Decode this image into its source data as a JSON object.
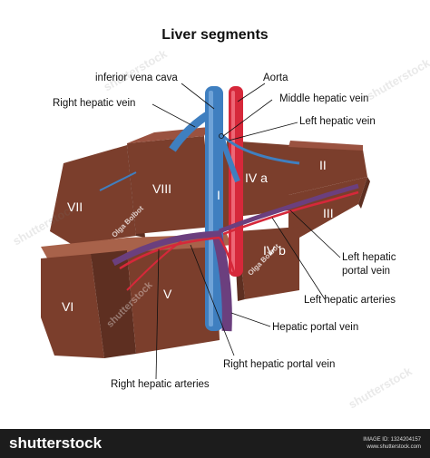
{
  "title": "Liver segments",
  "labels": {
    "ivc": "inferior vena cava",
    "aorta": "Aorta",
    "rhv": "Right hepatic vein",
    "mhv": "Middle hepatic vein",
    "lhv": "Left hepatic vein",
    "lhpv_1": "Left hepatic",
    "lhpv_2": "portal vein",
    "lha": "Left hepatic arteries",
    "hpv": "Hepatic portal vein",
    "rhpv": "Right hepatic portal vein",
    "rha": "Right hepatic arteries"
  },
  "segments": {
    "ii": "II",
    "iii": "III",
    "iva": "IV a",
    "ivb": "IV b",
    "i": "I",
    "v": "V",
    "vi": "VI",
    "vii": "VII",
    "viii": "VIII"
  },
  "stamp": "Olga Bolbot",
  "watermark": "shutterstock",
  "footer": {
    "brand": "shutterstock",
    "image_id": "IMAGE ID: 1324204157",
    "site": "www.shutterstock.com"
  },
  "colors": {
    "liver": "#7b3e2c",
    "liver_light": "#a8624a",
    "vein_blue": "#3f7fc0",
    "artery_red": "#d6283a",
    "portal_purple": "#6b3f7e"
  }
}
